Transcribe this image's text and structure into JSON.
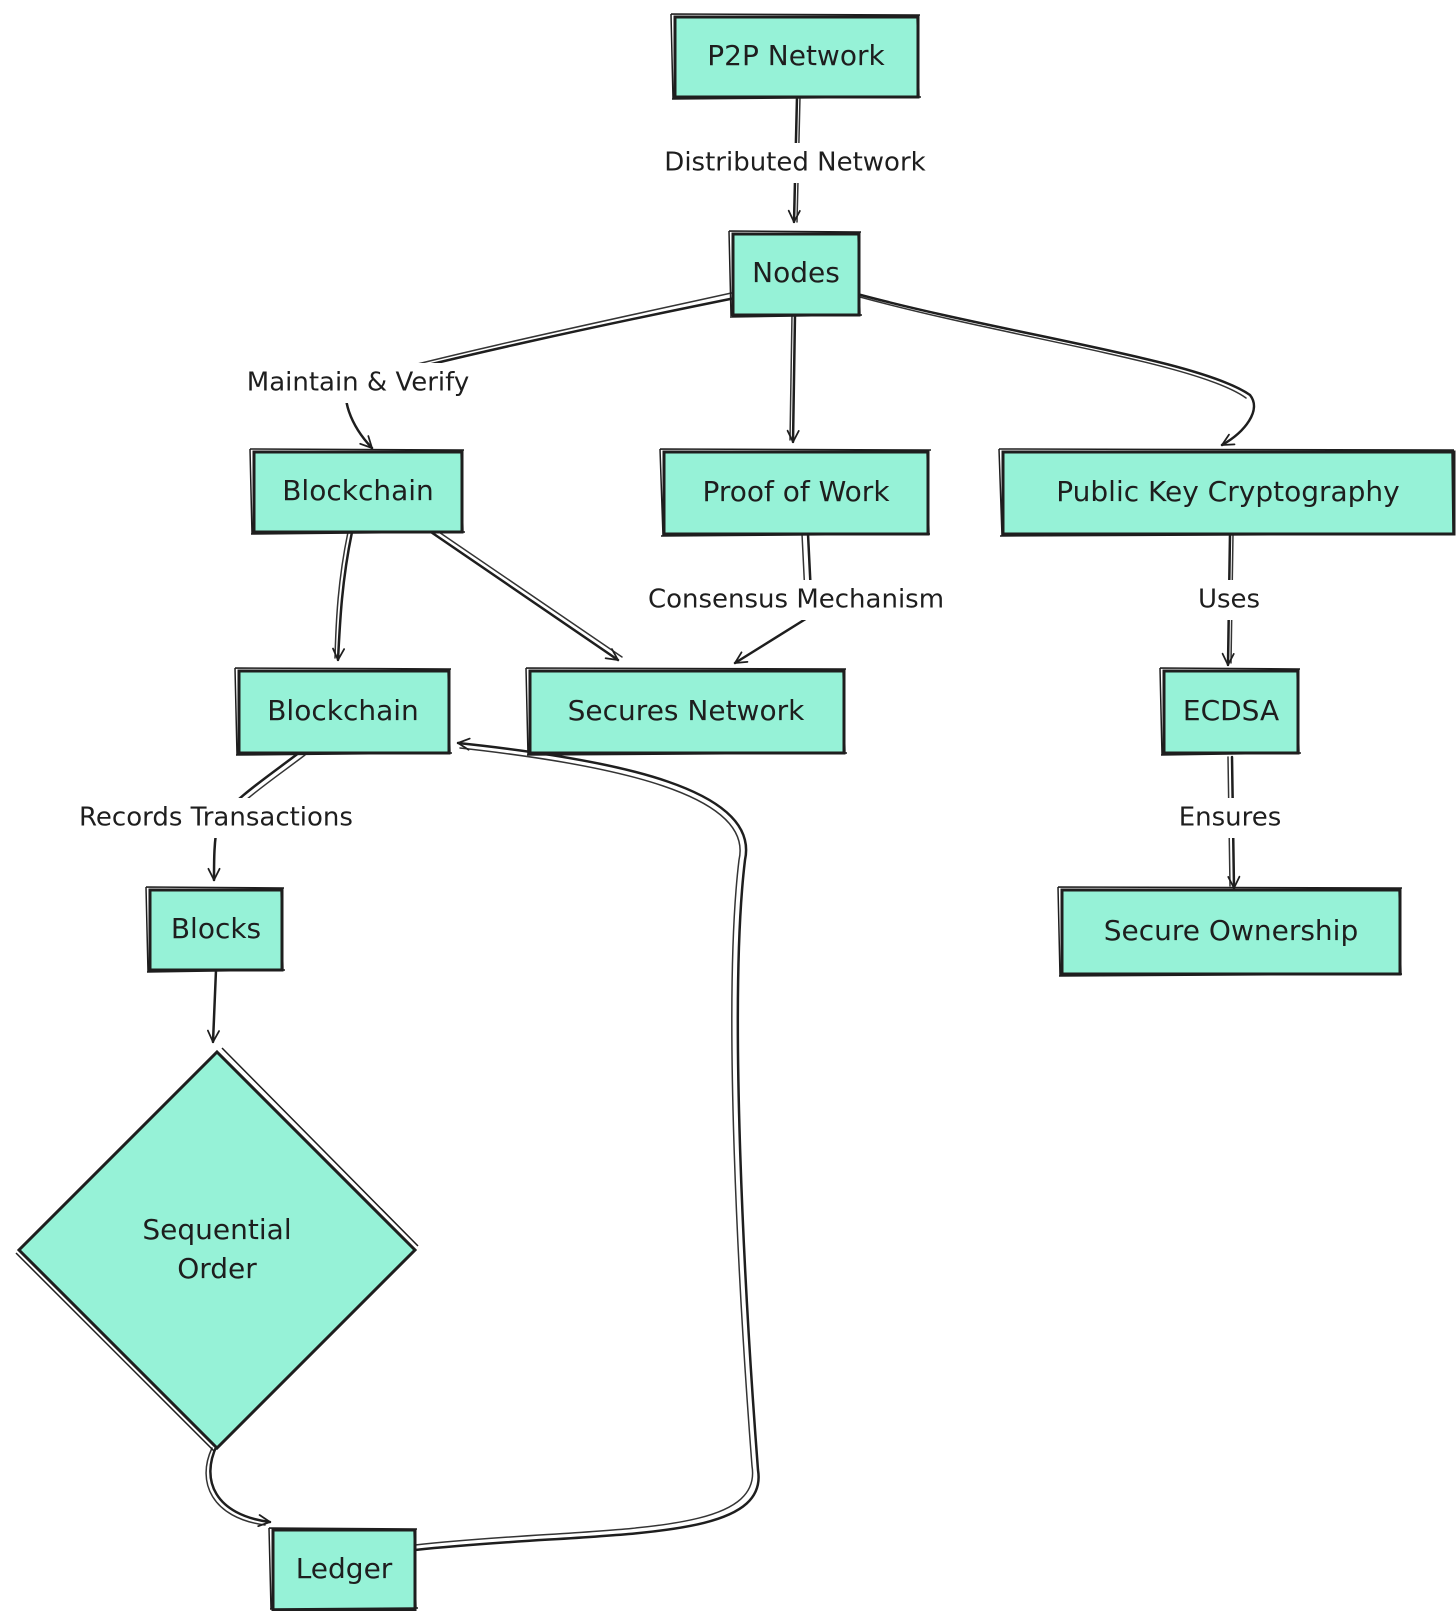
{
  "colors": {
    "node_fill": "#96f2d7",
    "stroke": "#1e1e1e",
    "background": "#ffffff"
  },
  "nodes": {
    "p2p": {
      "label": "P2P Network"
    },
    "nodes": {
      "label": "Nodes"
    },
    "blockchain1": {
      "label": "Blockchain"
    },
    "pow": {
      "label": "Proof of Work"
    },
    "pkc": {
      "label": "Public Key Cryptography"
    },
    "blockchain2": {
      "label": "Blockchain"
    },
    "secures": {
      "label": "Secures Network"
    },
    "ecdsa": {
      "label": "ECDSA"
    },
    "blocks": {
      "label": "Blocks"
    },
    "ownership": {
      "label": "Secure Ownership"
    },
    "sequential": {
      "line1": "Sequential",
      "line2": "Order"
    },
    "ledger": {
      "label": "Ledger"
    }
  },
  "edges": {
    "distributed": {
      "label": "Distributed Network"
    },
    "maintain": {
      "label": "Maintain & Verify"
    },
    "consensus": {
      "label": "Consensus Mechanism"
    },
    "uses": {
      "label": "Uses"
    },
    "records": {
      "label": "Records Transactions"
    },
    "ensures": {
      "label": "Ensures"
    }
  }
}
